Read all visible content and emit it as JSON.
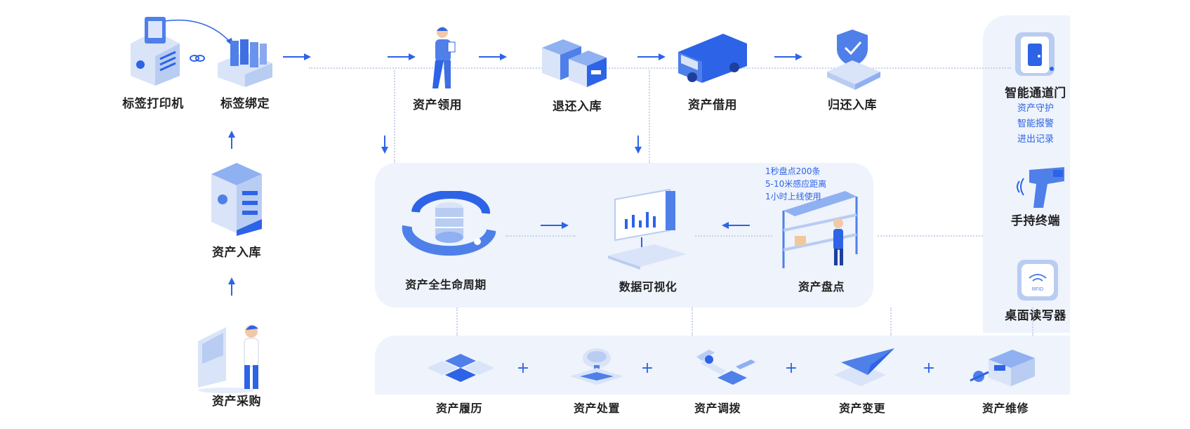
{
  "colors": {
    "accent": "#2d63e6",
    "panel": "#eef3fc",
    "text": "#222222"
  },
  "flow": {
    "tag_printer": "标签打印机",
    "tag_binding": "标签绑定",
    "asset_intake": "资产入库",
    "asset_purchase": "资产采购",
    "asset_claim": "资产领用",
    "return_to_stock": "退还入库",
    "asset_borrow": "资产借用",
    "return_borrowed": "归还入库"
  },
  "center": {
    "lifecycle": "资产全生命周期",
    "visualization": "数据可视化",
    "inventory": "资产盘点",
    "inventory_features": [
      "1秒盘点200条",
      "5-10米感应距离",
      "1小时上线使用"
    ]
  },
  "devices": {
    "gate": "智能通道门",
    "gate_features": [
      "资产守护",
      "智能报警",
      "进出记录"
    ],
    "handheld": "手持终端",
    "desktop_reader": "桌面读写器",
    "reader_chip_text": "RFID"
  },
  "bottom": {
    "items": [
      "资产履历",
      "资产处置",
      "资产调拨",
      "资产变更",
      "资产维修"
    ],
    "plus": "+"
  }
}
